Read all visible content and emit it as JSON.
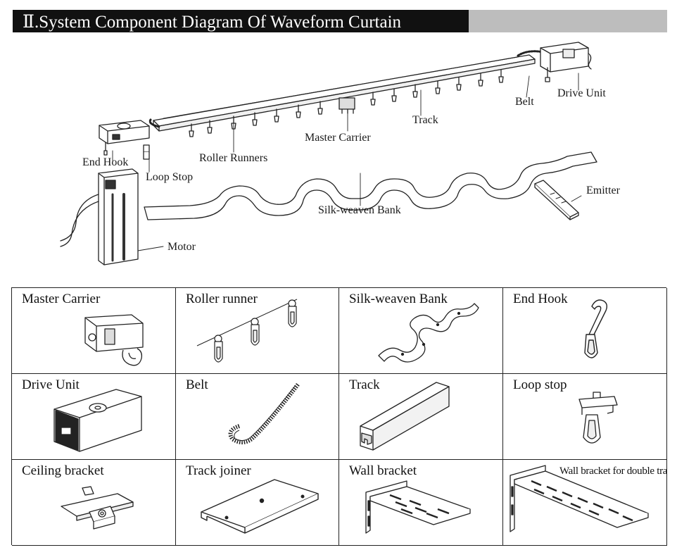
{
  "header": {
    "title": "Ⅱ.System Component Diagram Of Waveform Curtain"
  },
  "callouts": {
    "drive_unit": "Drive Unit",
    "belt": "Belt",
    "track": "Track",
    "master_carrier": "Master Carrier",
    "roller_runners": "Roller Runners",
    "end_hook": "End Hook",
    "loop_stop": "Loop Stop",
    "silk_weaven_bank": "Silk-weaven  Bank",
    "emitter": "Emitter",
    "motor": "Motor"
  },
  "components": [
    {
      "label": "Master Carrier",
      "icon": "master-carrier-icon"
    },
    {
      "label": "Roller runner",
      "icon": "roller-runner-icon"
    },
    {
      "label": "Silk-weaven  Bank",
      "icon": "silk-weaven-bank-icon"
    },
    {
      "label": "End Hook",
      "icon": "end-hook-icon"
    },
    {
      "label": "Drive Unit",
      "icon": "drive-unit-icon"
    },
    {
      "label": "Belt",
      "icon": "belt-icon"
    },
    {
      "label": "Track",
      "icon": "track-icon"
    },
    {
      "label": "Loop stop",
      "icon": "loop-stop-icon"
    },
    {
      "label": "Ceiling bracket",
      "icon": "ceiling-bracket-icon"
    },
    {
      "label": "Track joiner",
      "icon": "track-joiner-icon"
    },
    {
      "label": "Wall bracket",
      "icon": "wall-bracket-icon"
    },
    {
      "label": "Wall bracket for double track",
      "icon": "double-wall-bracket-icon"
    }
  ]
}
